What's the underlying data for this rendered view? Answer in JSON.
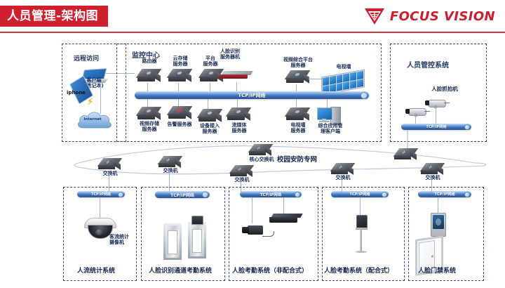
{
  "header": {
    "title": "人员管理-架构图",
    "logo_text": "FOCUS VISION",
    "logo_icon": "triangle-logo-icon",
    "accent_color": "#cf2030"
  },
  "remote_access": {
    "title": "远程访问",
    "client_label": "客户端\n(笔记本)",
    "phone_label": "iphone",
    "internet_label": "Internet"
  },
  "monitoring_center": {
    "title": "监控中心",
    "network_bar": "TCP/IP网络",
    "top_devices": [
      {
        "label": "路由器",
        "icon": "router-icon"
      },
      {
        "label": "云存储\n服务器",
        "icon": "server-icon"
      },
      {
        "label": "平台\n服务器",
        "icon": "server-icon"
      },
      {
        "label": "人脸识别\n服务器机",
        "icon": "face-server-icon"
      },
      {
        "label": "视频综合平台\n服务器",
        "icon": "server-icon"
      },
      {
        "label": "电视墙",
        "icon": "tv-wall-icon"
      }
    ],
    "bottom_devices": [
      {
        "label": "视频存储\n服务器",
        "icon": "server-icon"
      },
      {
        "label": "告警服务器",
        "icon": "alarm-server-icon"
      },
      {
        "label": "设备接入\n服务器",
        "icon": "server-icon"
      },
      {
        "label": "流媒体\n服务器",
        "icon": "server-icon"
      },
      {
        "label": "电视墙\n服务器",
        "icon": "server-icon"
      },
      {
        "label": "综合应用管\n理客户端",
        "icon": "pc-client-icon"
      }
    ]
  },
  "personnel_control": {
    "title": "人员管控系统",
    "camera_label": "人脸抓拍机",
    "network_bar": "TCP/IP网络"
  },
  "backbone": {
    "campus_label": "校园安防专网",
    "core_switch_label": "核心交换机",
    "switch_label": "交换机",
    "switches": [
      {
        "label": "交换机"
      },
      {
        "label": "交换机"
      },
      {
        "label": "交换机"
      },
      {
        "label": "交换机"
      },
      {
        "label": "交换机"
      }
    ]
  },
  "subsystems": [
    {
      "title": "人流统计系统",
      "network_bar": "TCP/IP网络",
      "device_label": "客流统计\n摄像机",
      "icon": "dome-camera-icon"
    },
    {
      "title": "人脸识别通道考勤系统",
      "network_bar": "TCP/IP网络",
      "device_label": "",
      "icon": "turnstile-gate-icon"
    },
    {
      "title": "人脸考勤系统（非配合式）",
      "network_bar": "TCP/IP网络",
      "device_label": "",
      "icon": "box-camera-icon"
    },
    {
      "title": "人脸考勤系统（配合式）",
      "network_bar": "TCP/IP网络",
      "device_label": "",
      "icon": "face-terminal-stand-icon"
    },
    {
      "title": "人脸门禁系统",
      "network_bar": "TCP/IP网络",
      "device_label": "",
      "icon": "face-access-door-icon"
    }
  ]
}
